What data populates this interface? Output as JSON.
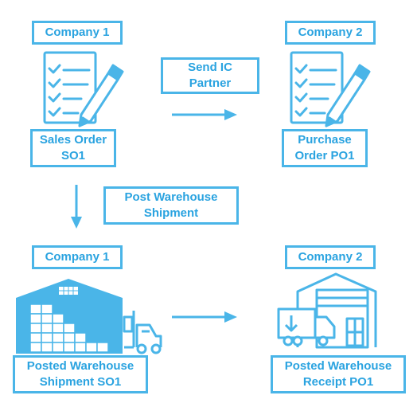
{
  "top_left": {
    "company_label": "Company 1",
    "doc_line1": "Sales Order",
    "doc_line2": "SO1"
  },
  "top_right": {
    "company_label": "Company 2",
    "doc_line1": "Purchase",
    "doc_line2": "Order PO1"
  },
  "send_action": {
    "line1": "Send IC",
    "line2": "Partner"
  },
  "post_action": {
    "line1": "Post Warehouse",
    "line2": "Shipment"
  },
  "bottom_left": {
    "company_label": "Company 1",
    "doc_line1": "Posted Warehouse",
    "doc_line2": "Shipment SO1"
  },
  "bottom_right": {
    "company_label": "Company 2",
    "doc_line1": "Posted Warehouse",
    "doc_line2": "Receipt PO1"
  },
  "icons": {
    "sales_order": "document-pen-icon",
    "purchase_order": "document-pen-icon",
    "shipment": "warehouse-forklift-icon",
    "receipt": "warehouse-truck-icon"
  },
  "colors": {
    "accent": "#4ab5e8",
    "text": "#2aa3e0"
  }
}
